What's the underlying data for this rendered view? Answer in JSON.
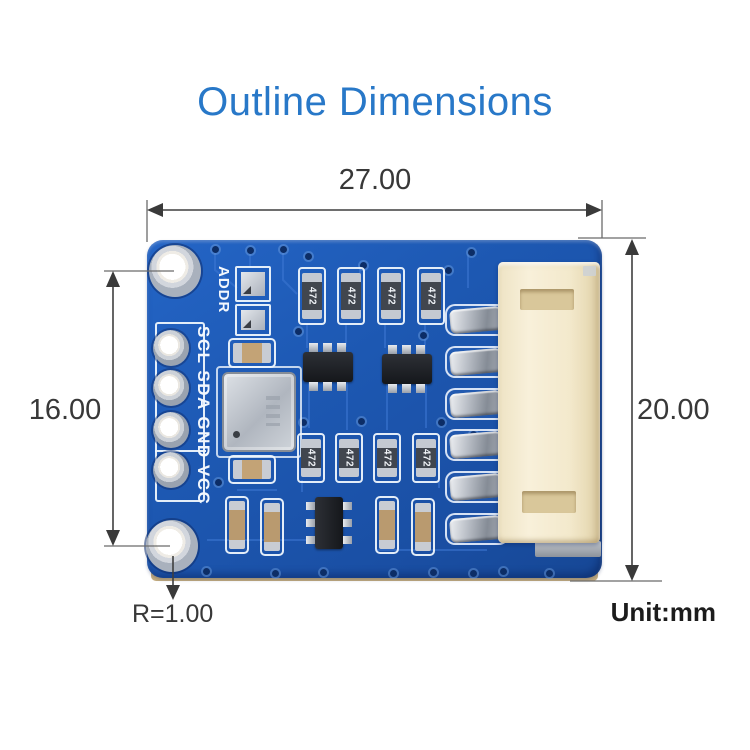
{
  "title": "Outline Dimensions",
  "dimensions": {
    "width": "27.00",
    "height": "20.00",
    "hole_spacing": "16.00",
    "corner_radius": "R=1.00",
    "unit": "Unit:mm"
  },
  "board": {
    "silkscreen": {
      "addr_label": "ADDR",
      "header_label": "SCL SDA GND VCC"
    },
    "components": {
      "resistor_label": "472"
    }
  },
  "colors": {
    "title_blue": "#2878C8",
    "pcb_blue": "#1D58B2",
    "pcb_trace": "#3E78D4",
    "silkscreen_white": "#EAF2FB",
    "connector_cream": "#F3EACD",
    "dimension_line": "#3F3F3F",
    "label_text": "#383838"
  }
}
